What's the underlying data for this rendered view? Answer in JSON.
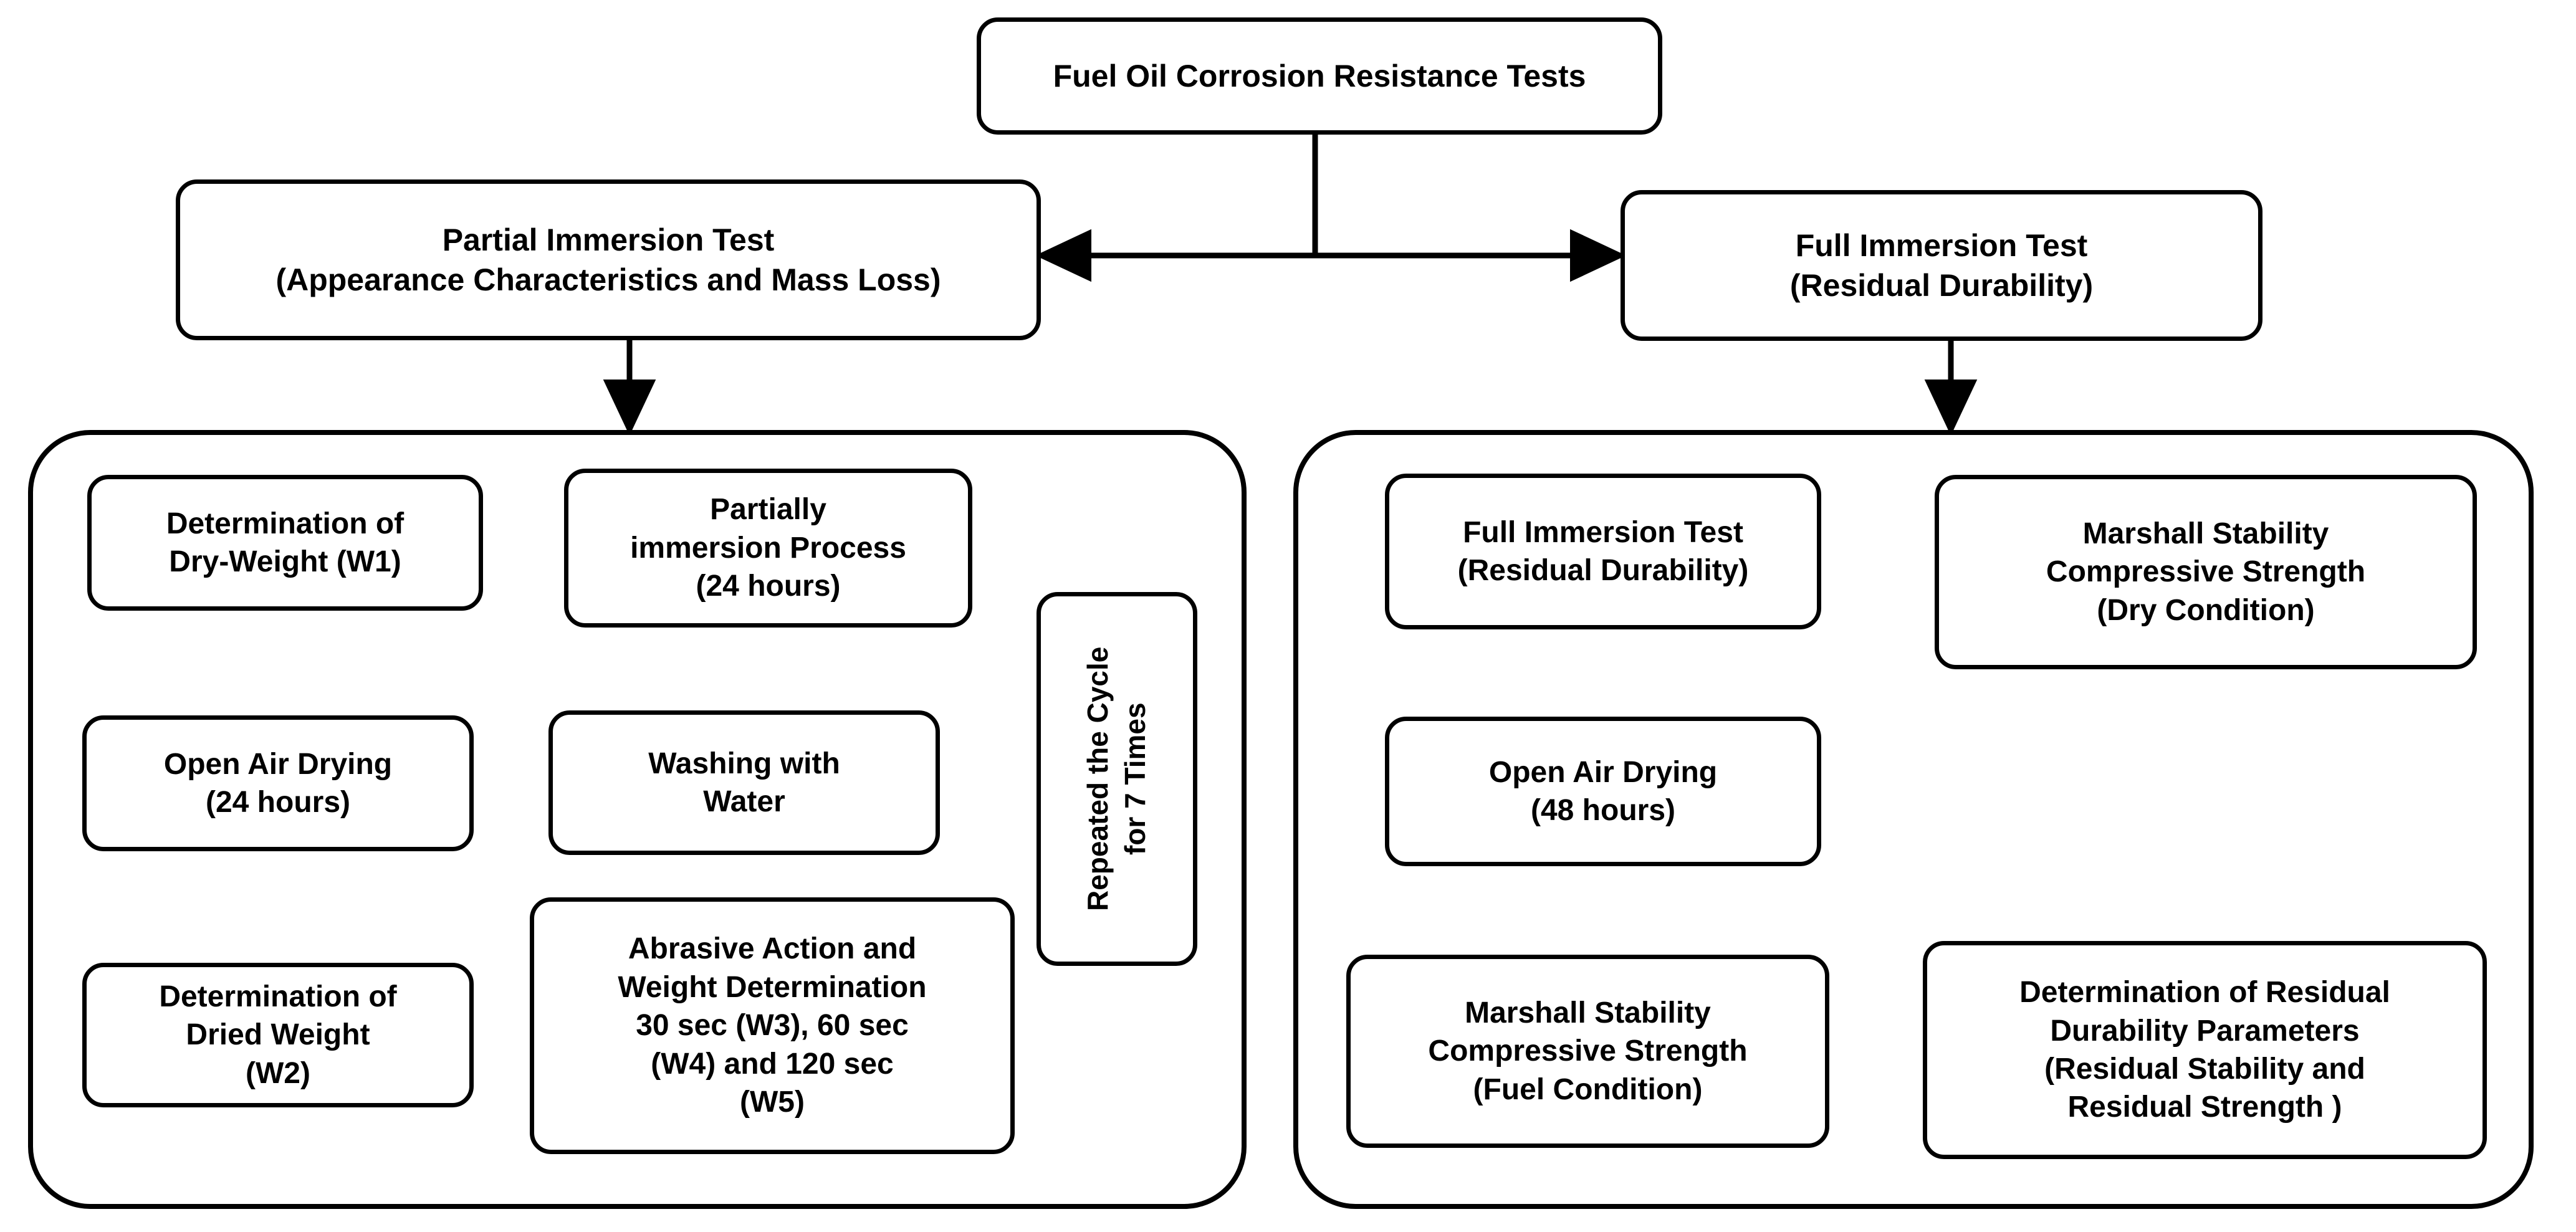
{
  "diagram": {
    "title_node": {
      "label": "Fuel Oil Corrosion Resistance Tests"
    },
    "branches": {
      "left": {
        "label": "Partial Immersion Test\n(Appearance Characteristics and Mass Loss)"
      },
      "right": {
        "label": "Full Immersion Test\n(Residual Durability)"
      }
    },
    "left_group": {
      "dry_weight": {
        "label": "Determination of\nDry-Weight (W1)"
      },
      "partial_immersion_process": {
        "label": "Partially\nimmersion Process\n(24 hours)"
      },
      "open_air_drying": {
        "label": "Open Air Drying\n(24 hours)"
      },
      "washing_with_water": {
        "label": "Washing with\nWater"
      },
      "dried_weight": {
        "label": "Determination of\nDried Weight\n(W2)"
      },
      "abrasive_action": {
        "label": "Abrasive Action and\nWeight Determination\n30 sec (W3), 60 sec\n(W4) and  120 sec\n(W5)"
      },
      "repeat_cycle": {
        "label": "Repeated the Cycle\nfor 7 Times"
      }
    },
    "right_group": {
      "full_immersion": {
        "label": "Full Immersion Test\n(Residual Durability)"
      },
      "marshall_dry": {
        "label": "Marshall Stability\nCompressive Strength\n(Dry Condition)"
      },
      "open_air_drying_48": {
        "label": "Open Air Drying\n(48 hours)"
      },
      "marshall_fuel": {
        "label": "Marshall Stability\nCompressive Strength\n(Fuel Condition)"
      },
      "residual_durability": {
        "label": "Determination of Residual\nDurability Parameters\n(Residual Stability and\nResidual Strength )"
      }
    },
    "colors": {
      "stroke": "#000000",
      "fill": "#ffffff",
      "text": "#000000"
    }
  }
}
